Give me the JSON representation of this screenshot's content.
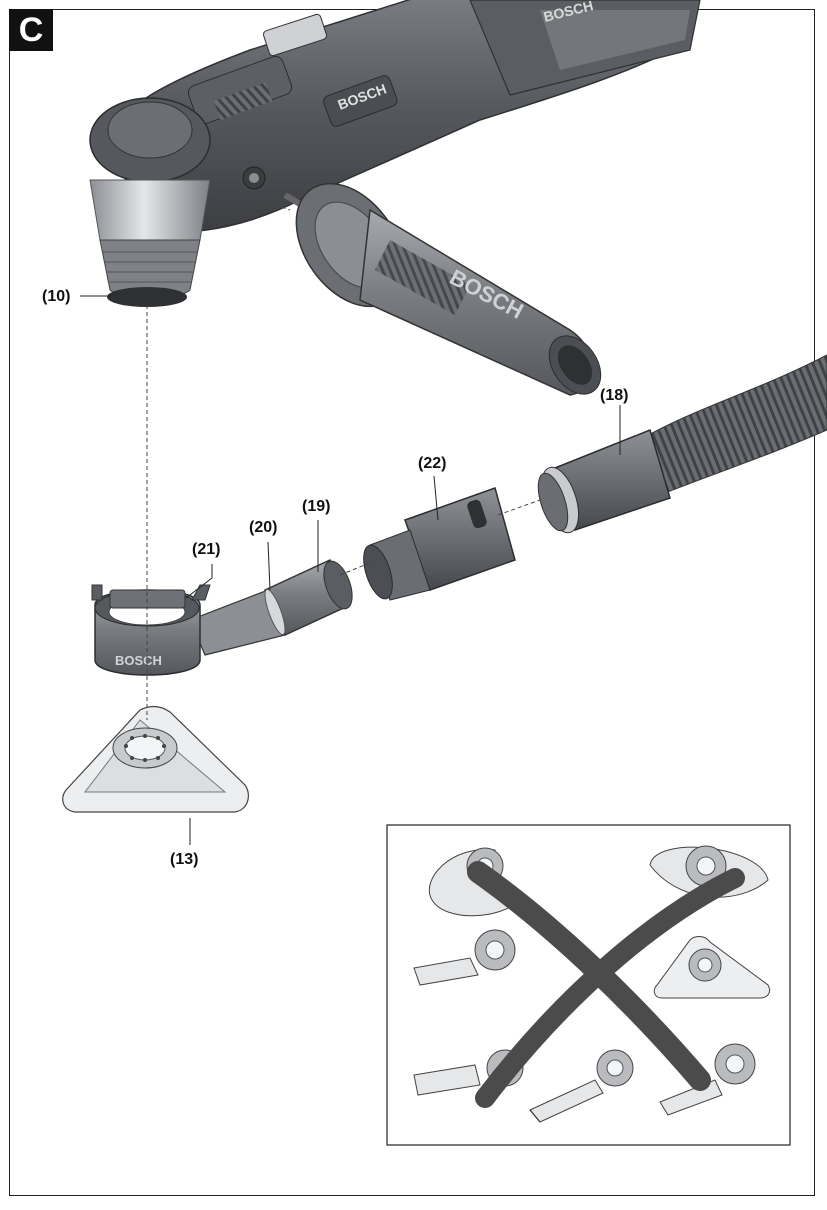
{
  "section": {
    "label": "C"
  },
  "brand": {
    "name": "BOSCH"
  },
  "callouts": {
    "c10": "(10)",
    "c13": "(13)",
    "c18": "(18)",
    "c19": "(19)",
    "c20": "(20)",
    "c21": "(21)",
    "c22": "(22)"
  },
  "colors": {
    "body_dark": "#4a4d52",
    "body_mid": "#6e7177",
    "body_light": "#9a9da2",
    "frame": "#222222",
    "cross": "#4b4b4b"
  }
}
